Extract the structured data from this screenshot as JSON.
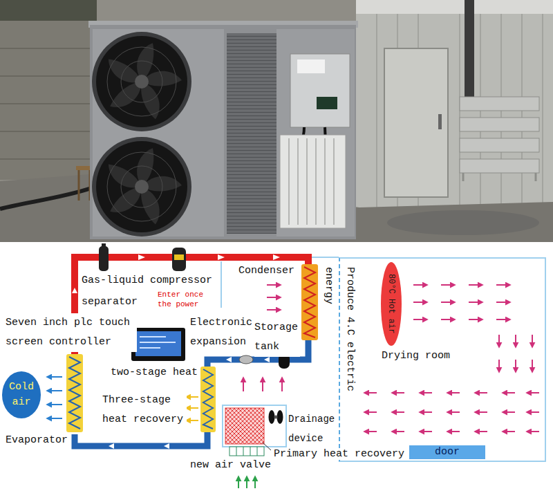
{
  "diagram": {
    "nodes": [
      {
        "text": [
          "Drying room"
        ]
      },
      {
        "text": [
          "80°C Hot air"
        ],
        "in": 0
      },
      {
        "text": [
          "door"
        ],
        "in": 0
      },
      {
        "text": [
          "Cold air"
        ]
      }
    ],
    "labels": [
      "Gas-liquid compressor",
      "separator",
      "Enter once the power",
      "Seven inch plc touch screen controller",
      "Electronic expansion",
      "Condenser",
      "energy",
      "Produce 4.C electric",
      "Storage tank",
      "two-stage heat",
      "Three-stage heat recovery",
      "Drainage device",
      "Evaporator",
      "Primary heat recovery",
      "new air valve"
    ]
  }
}
